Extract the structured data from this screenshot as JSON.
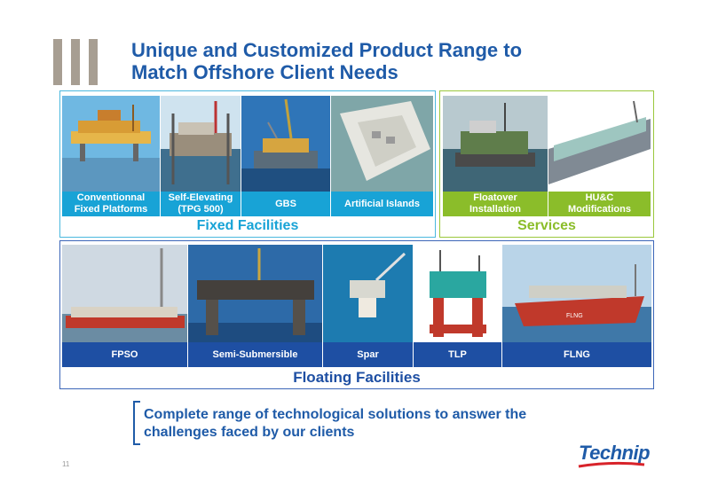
{
  "title_line1": "Unique and Customized Product Range to",
  "title_line2": "Match Offshore Client Needs",
  "fixed": {
    "caption": "Fixed Facilities",
    "items": [
      {
        "label": "Conventionnal\nFixed Platforms"
      },
      {
        "label": "Self-Elevating\n(TPG 500)"
      },
      {
        "label": "GBS"
      },
      {
        "label": "Artificial Islands"
      }
    ]
  },
  "services": {
    "caption": "Services",
    "items": [
      {
        "label": "Floatover\nInstallation"
      },
      {
        "label": "HU&C\nModifications"
      }
    ]
  },
  "floating": {
    "caption": "Floating Facilities",
    "items": [
      {
        "label": "FPSO"
      },
      {
        "label": "Semi-Submersible"
      },
      {
        "label": "Spar"
      },
      {
        "label": "TLP"
      },
      {
        "label": "FLNG"
      }
    ]
  },
  "tagline_line1": "Complete range of technological solutions to answer the",
  "tagline_line2": "challenges faced by our clients",
  "page_number": "11",
  "logo_text": "Technip",
  "flng_hull_text": "FLNG",
  "colors": {
    "title_blue": "#1f5ba8",
    "fixed_label": "#18a3d6",
    "fixed_border": "#4bb8de",
    "services_label": "#8bbd2a",
    "services_border": "#9bc83c",
    "floating_label": "#1e4fa3",
    "floating_border": "#3c66b8",
    "logo_red": "#d8232a"
  }
}
